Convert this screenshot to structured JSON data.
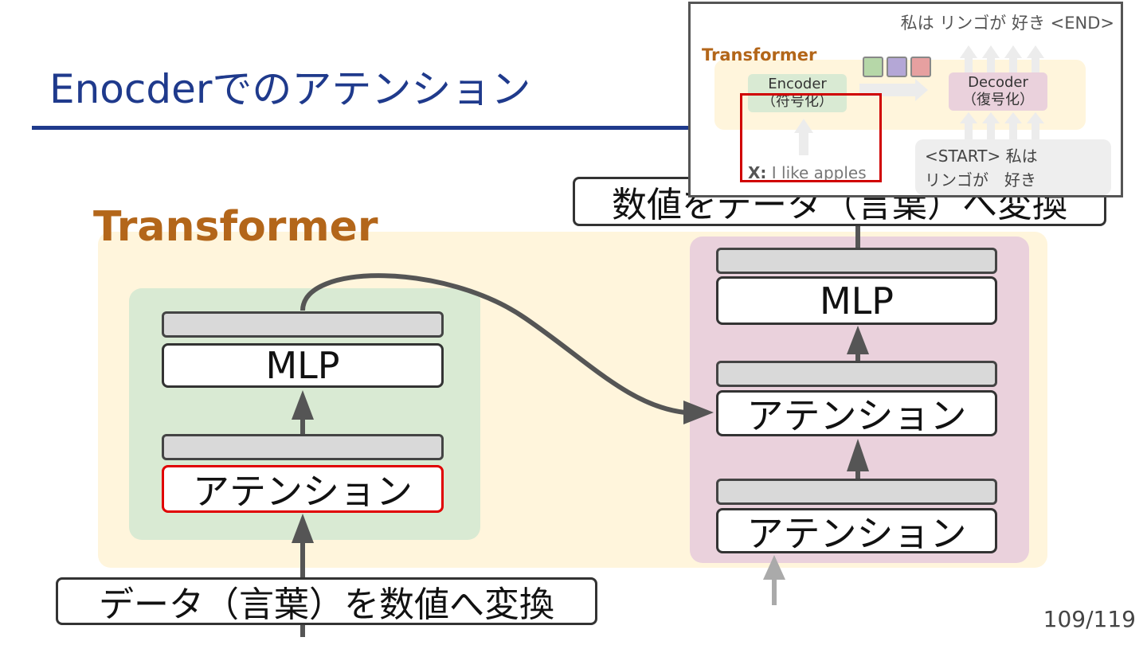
{
  "slide": {
    "title": "Enocderでのアテンション",
    "page_number": "109/119"
  },
  "diagram": {
    "transformer_label": "Transformer",
    "encoder": {
      "mlp_label": "MLP",
      "attention_label": "アテンション"
    },
    "decoder": {
      "mlp_label": "MLP",
      "cross_attention_label": "アテンション",
      "self_attention_label": "アテンション"
    },
    "input_box": "データ（言葉）を数値へ変換",
    "output_box": "数値をデータ（言葉）へ変換"
  },
  "inset": {
    "output_tokens": "私は リンゴが 好き <END>",
    "transformer_label": "Transformer",
    "encoder_label": "Encoder",
    "encoder_sub": "（符号化）",
    "decoder_label": "Decoder",
    "decoder_sub": "（復号化）",
    "input_prefix": "X:",
    "input_text": "I like apples",
    "decoder_input_line1": "<START>  私は",
    "decoder_input_line2": "リンゴが　好き",
    "vector_colors": [
      "#b6d7a8",
      "#b4a7d6",
      "#e6a0a0"
    ]
  },
  "colors": {
    "title": "#1f3a8c",
    "transformer_label": "#b3661a",
    "highlight": "#e00000"
  }
}
